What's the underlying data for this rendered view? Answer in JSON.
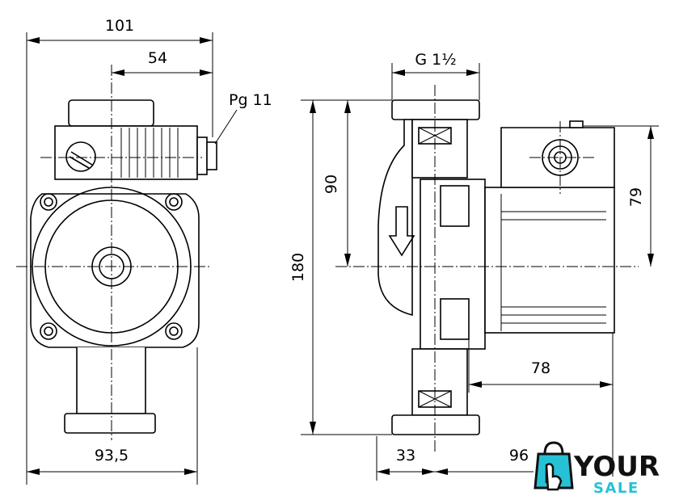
{
  "dimensions": {
    "overall_width_top": "101",
    "offset_54": "54",
    "cable_gland": "Pg 11",
    "bottom_width": "93,5",
    "thread": "G 1½",
    "height_90": "90",
    "height_180": "180",
    "height_79": "79",
    "depth_78": "78",
    "depth_33": "33",
    "depth_96": "96"
  },
  "logo": {
    "word_top": "YOUR",
    "word_bottom": "SALE",
    "colors": {
      "primary": "#111111",
      "accent": "#27c1d6"
    },
    "icon": "shopping-bag-hand-icon"
  }
}
